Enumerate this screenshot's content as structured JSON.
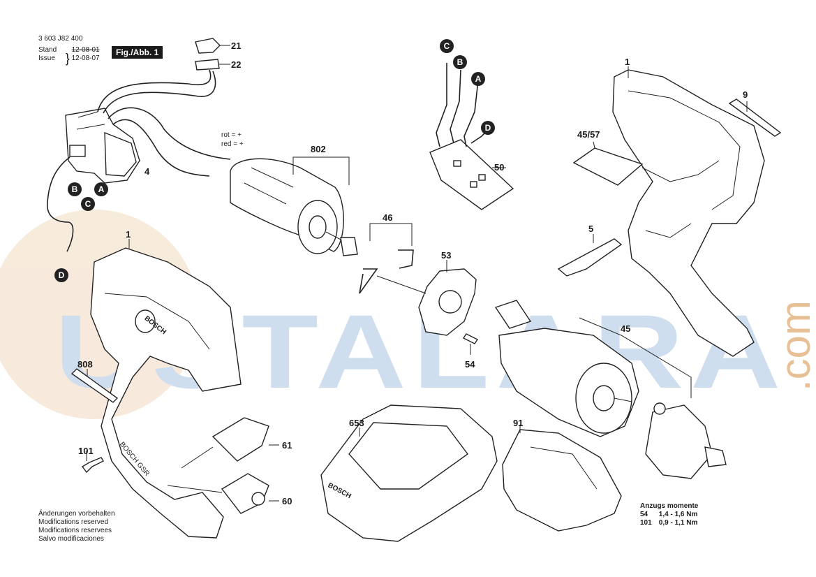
{
  "header": {
    "part_number": "3 603 J82 400",
    "stand_label": "Stand",
    "issue_label": "Issue",
    "date_old": "12-08-01",
    "date_new": "12-08-07",
    "figure_label": "Fig./Abb. 1"
  },
  "polarity": {
    "rot": "rot = +",
    "red": "red = +"
  },
  "callouts": [
    "21",
    "22",
    "4",
    "802",
    "1",
    "9",
    "45/57",
    "50",
    "46",
    "53",
    "5",
    "54",
    "45",
    "808",
    "653",
    "91",
    "101",
    "61",
    "60",
    "1"
  ],
  "wire_markers": {
    "switch": [
      "B",
      "C",
      "A"
    ],
    "wire_end": "D",
    "pcb": [
      "C",
      "B",
      "A",
      "D"
    ]
  },
  "brand_marks": {
    "housing": "BOSCH",
    "charger": "BOSCH",
    "battery_label": "BOSCH GSR"
  },
  "watermark": {
    "text": "USTALARA",
    "suffix": ".com",
    "color_text": "#c7d9ec",
    "color_suffix": "#e4b683"
  },
  "notes": [
    "Änderungen vorbehalten",
    "Modifications reserved",
    "Modifications reservees",
    "Salvo modificaciones"
  ],
  "torque": {
    "title": "Anzugs momente",
    "rows": [
      {
        "part": "54",
        "value": "1,4 - 1,6 Nm"
      },
      {
        "part": "101",
        "value": "0,9 - 1,1 Nm"
      }
    ]
  }
}
